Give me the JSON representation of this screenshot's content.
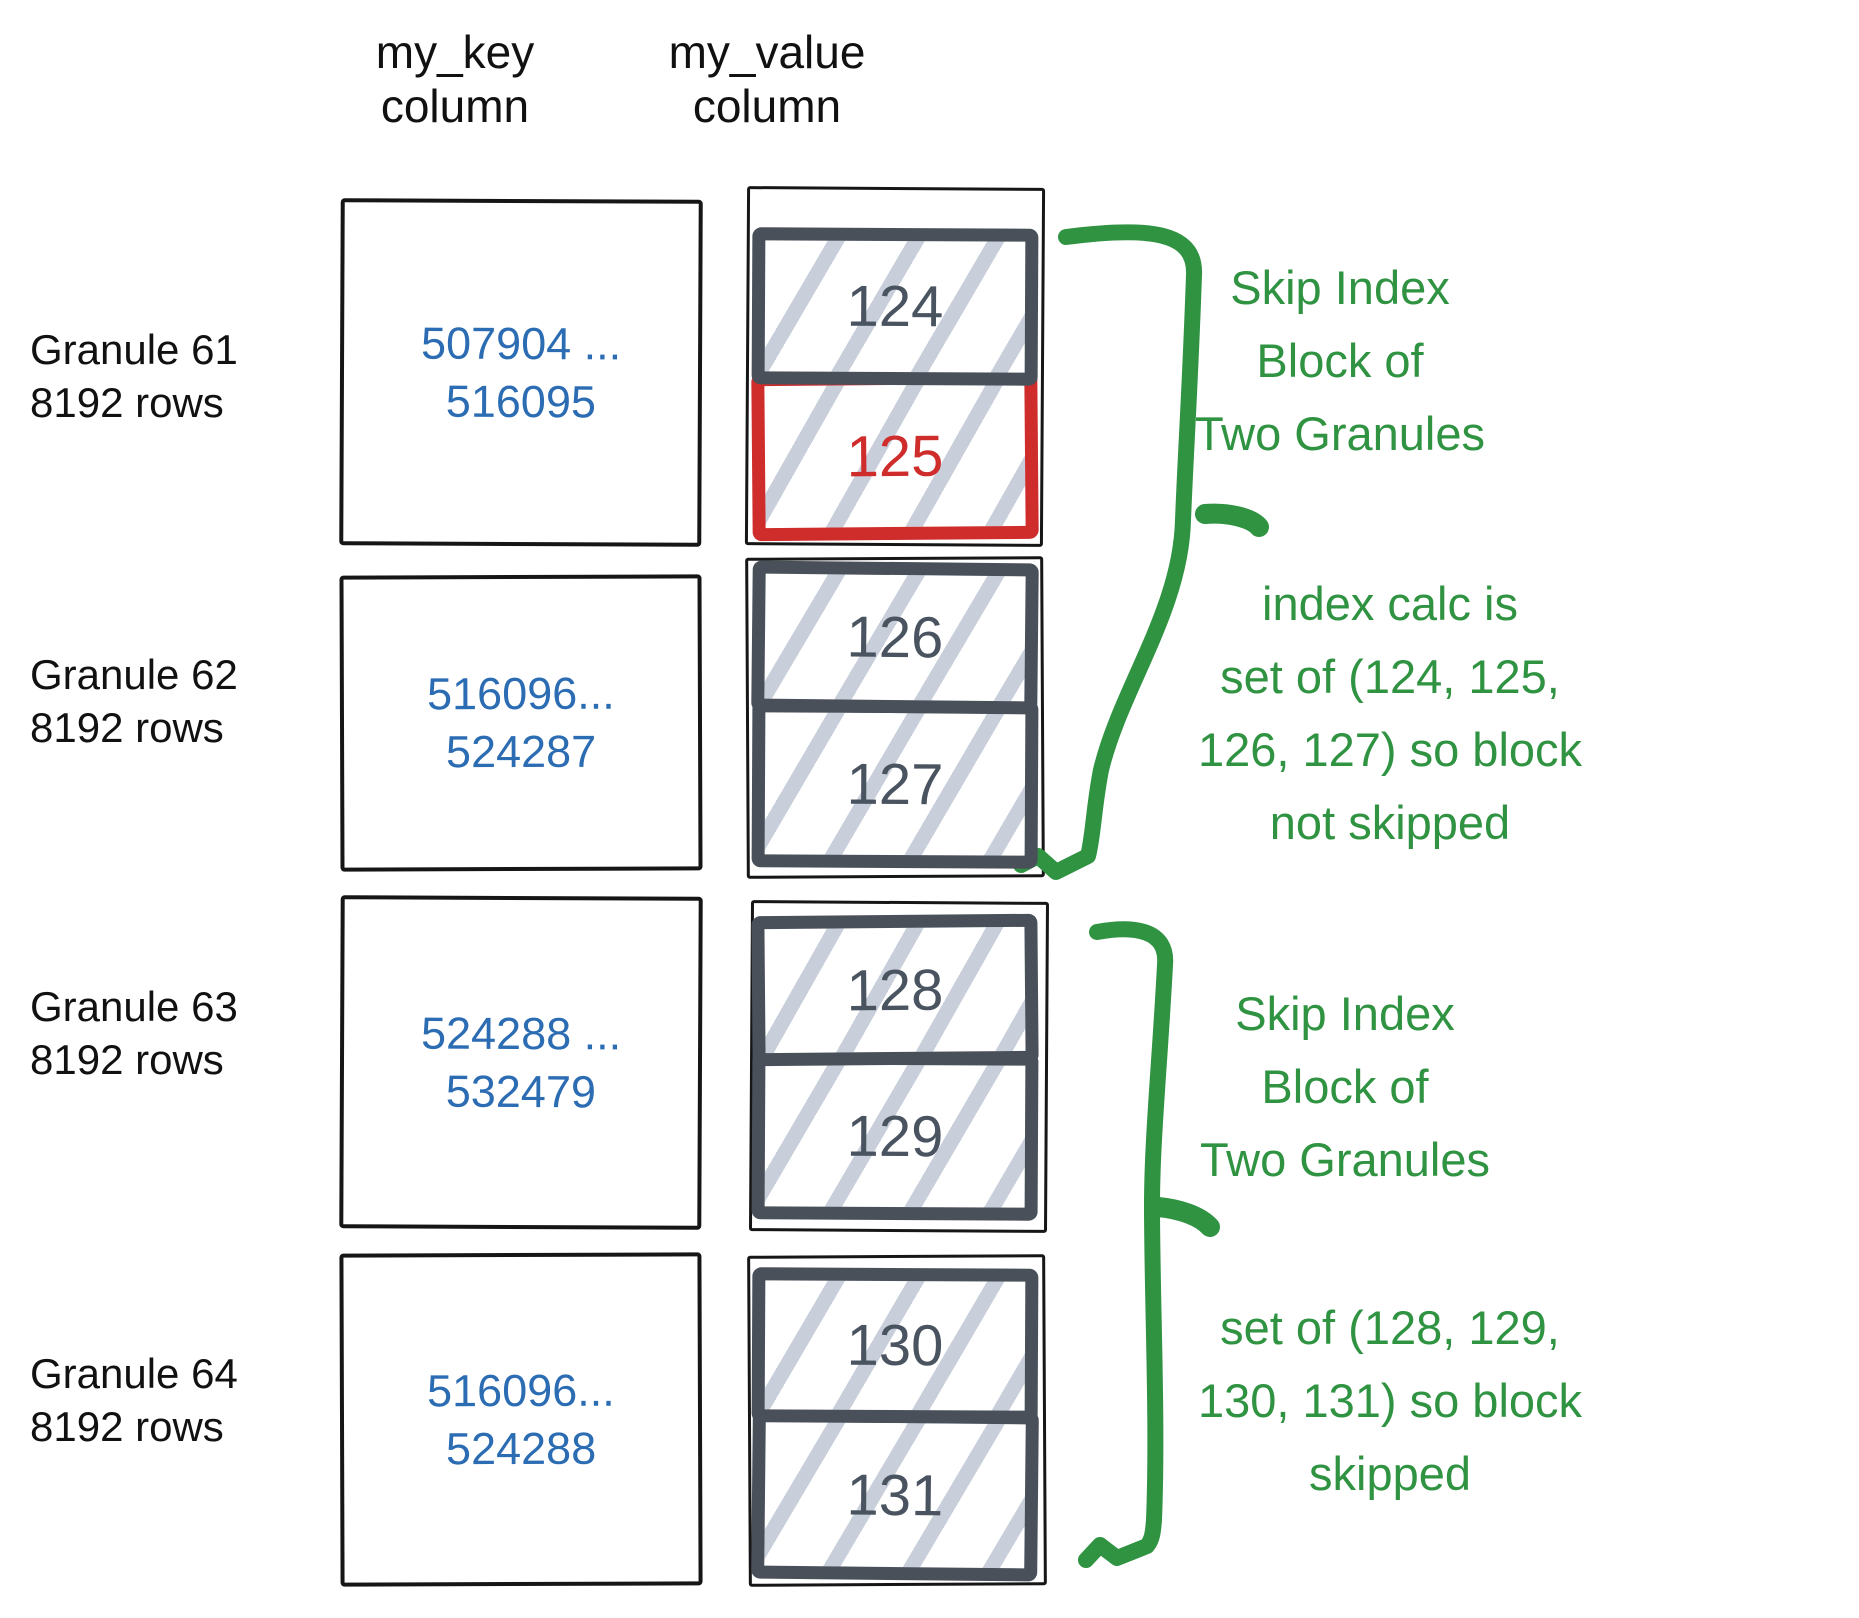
{
  "columns": {
    "key_header": {
      "line1": "my_key",
      "line2": "column"
    },
    "value_header": {
      "line1": "my_value",
      "line2": "column"
    }
  },
  "granules": [
    {
      "name": "Granule 61",
      "rows": "8192 rows",
      "key_min": "507904 ...",
      "key_max": "516095",
      "block_top": "124",
      "block_bottom": "125"
    },
    {
      "name": "Granule 62",
      "rows": "8192 rows",
      "key_min": "516096...",
      "key_max": "524287",
      "block_top": "126",
      "block_bottom": "127"
    },
    {
      "name": "Granule 63",
      "rows": "8192 rows",
      "key_min": "524288 ...",
      "key_max": "532479",
      "block_top": "128",
      "block_bottom": "129"
    },
    {
      "name": "Granule 64",
      "rows": "8192 rows",
      "key_min": "516096...",
      "key_max": "524288",
      "block_top": "130",
      "block_bottom": "131"
    }
  ],
  "annotations": {
    "block1_title": {
      "line1": "Skip Index",
      "line2": "Block of",
      "line3": "Two Granules"
    },
    "block1_note": {
      "line1": "index calc is",
      "line2": "set of (124, 125,",
      "line3": "126, 127) so block",
      "line4": "not skipped"
    },
    "block2_title": {
      "line1": "Skip Index",
      "line2": "Block of",
      "line3": "Two Granules"
    },
    "block2_note": {
      "line1": "set of (128, 129,",
      "line2": "130, 131) so block",
      "line3": "skipped"
    }
  },
  "colors": {
    "green": "#2f9342",
    "blue": "#2b6cb3",
    "red": "#cf2c2c",
    "slate": "#49505a",
    "hatch": "#c9cfda",
    "black": "#161616"
  }
}
